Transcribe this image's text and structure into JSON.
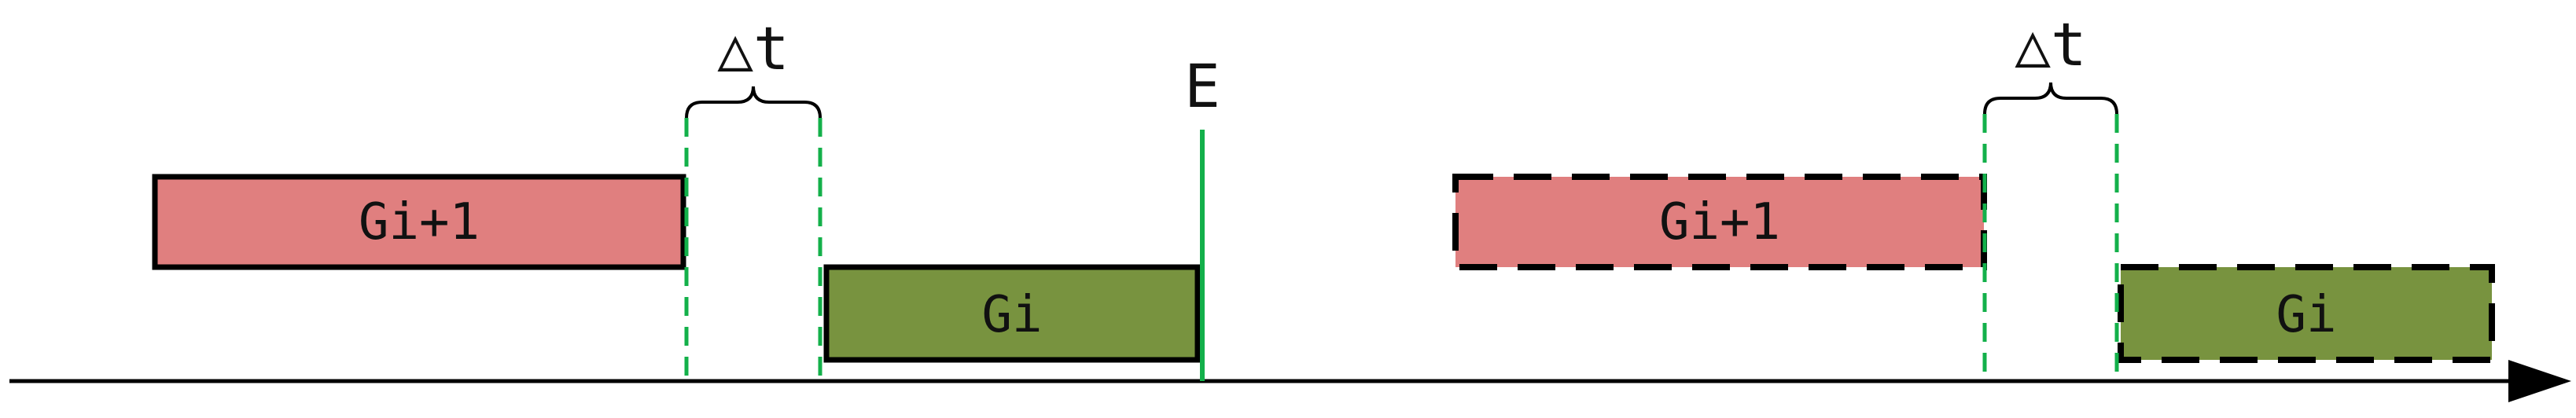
{
  "colors": {
    "pink_fill": "#e07f7f",
    "green_fill": "#78933f",
    "guide_green": "#13b04a",
    "line_black": "#000000"
  },
  "labels": {
    "g_next": "Gi+1",
    "g_current": "Gi",
    "delta_t": "△t",
    "event_marker": "E"
  },
  "left_group": {
    "box_next": {
      "label": "Gi+1",
      "border": "solid"
    },
    "box_current": {
      "label": "Gi",
      "border": "solid"
    },
    "gap_label": "△t",
    "marker_label": "E"
  },
  "right_group": {
    "box_next": {
      "label": "Gi+1",
      "border": "dashed"
    },
    "box_current": {
      "label": "Gi",
      "border": "dashed"
    },
    "gap_label": "△t"
  }
}
